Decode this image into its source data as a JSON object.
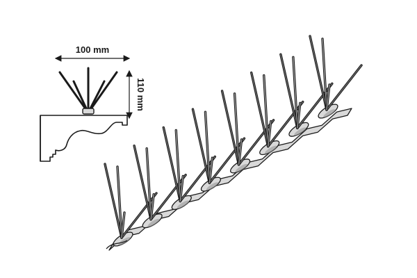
{
  "cross_section": {
    "width_label": "100 mm",
    "height_label": "110 mm"
  },
  "strip": {
    "spike_units": 8
  },
  "colors": {
    "outline": "#1a1a1a",
    "spike_dark": "#2e2e2e",
    "spike_light": "#9a9a9a",
    "base_fill": "#d9d9d9",
    "base_shadow": "#8c8c8c",
    "background": "#ffffff"
  },
  "icons": {
    "dimension_arrow_horizontal": "width-dimension-arrow-icon",
    "dimension_arrow_vertical": "height-dimension-arrow-icon"
  }
}
